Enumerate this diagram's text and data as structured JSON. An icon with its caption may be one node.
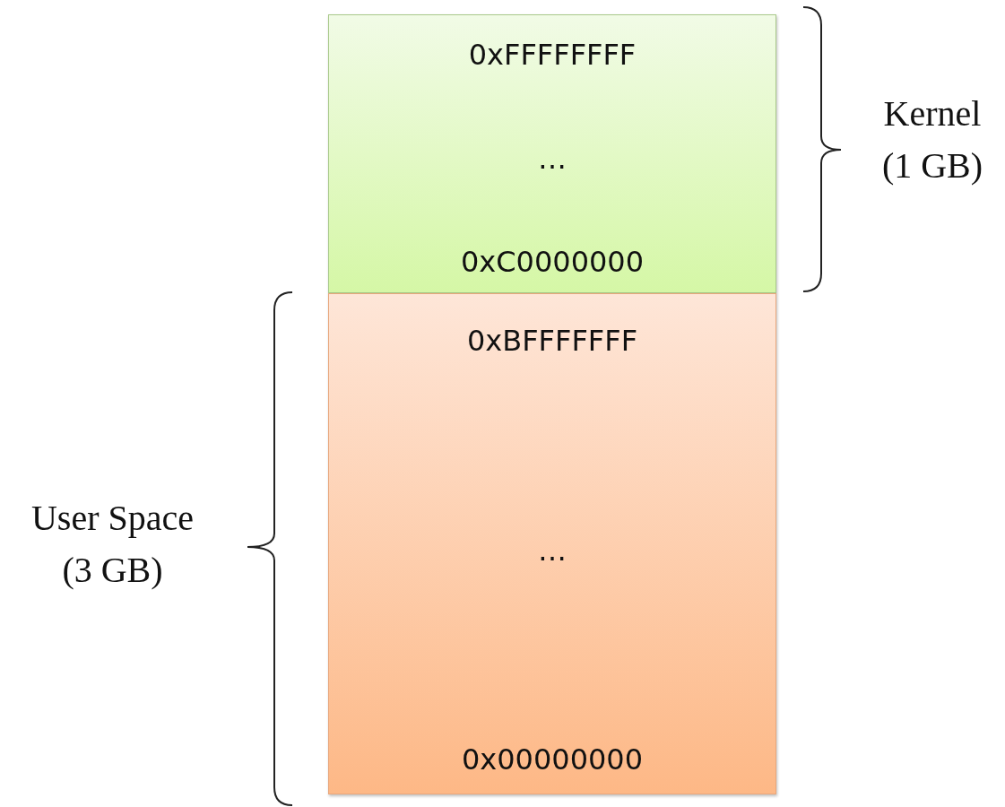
{
  "diagram": {
    "nodes": [
      {
        "text": [
          "0xFFFFFFFF",
          "…",
          "0xC0000000"
        ]
      },
      {
        "text": [
          "0xBFFFFFFF",
          "…",
          "0x00000000"
        ]
      }
    ],
    "labels": [
      "Kernel (1 GB)",
      "User Space (3 GB)"
    ]
  }
}
